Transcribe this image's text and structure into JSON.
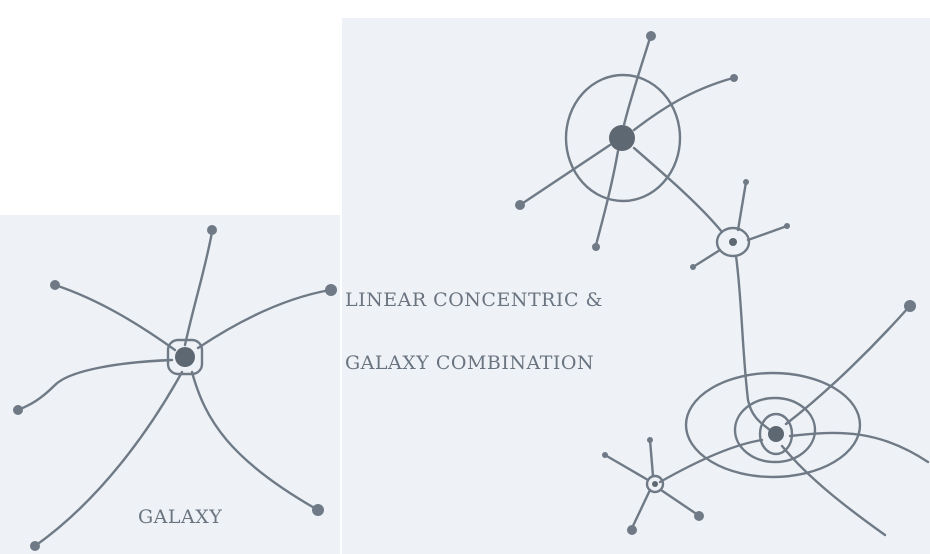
{
  "labels": {
    "linear_line1": "LINEAR CONCENTRIC &",
    "linear_line2": "GALAXY COMBINATION",
    "galaxy": "GALAXY"
  },
  "colors": {
    "ink": "#6f7a86",
    "paper": "#eef2f6"
  }
}
